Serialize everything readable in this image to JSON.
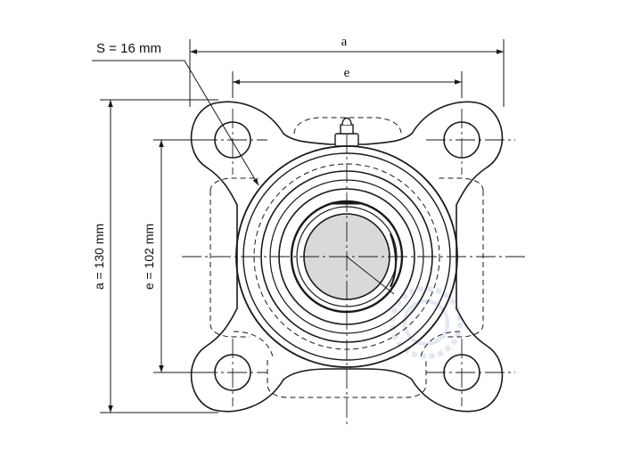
{
  "labels": {
    "bolt_hole": "S = 16 mm",
    "a_top": "a",
    "e_top": "e",
    "a_left": "a = 130 mm",
    "e_left": "e = 102 mm"
  },
  "colors": {
    "line": "#1a1a1a",
    "bore_fill": "#d9d9d9",
    "watermark": "#c9d6ea"
  }
}
